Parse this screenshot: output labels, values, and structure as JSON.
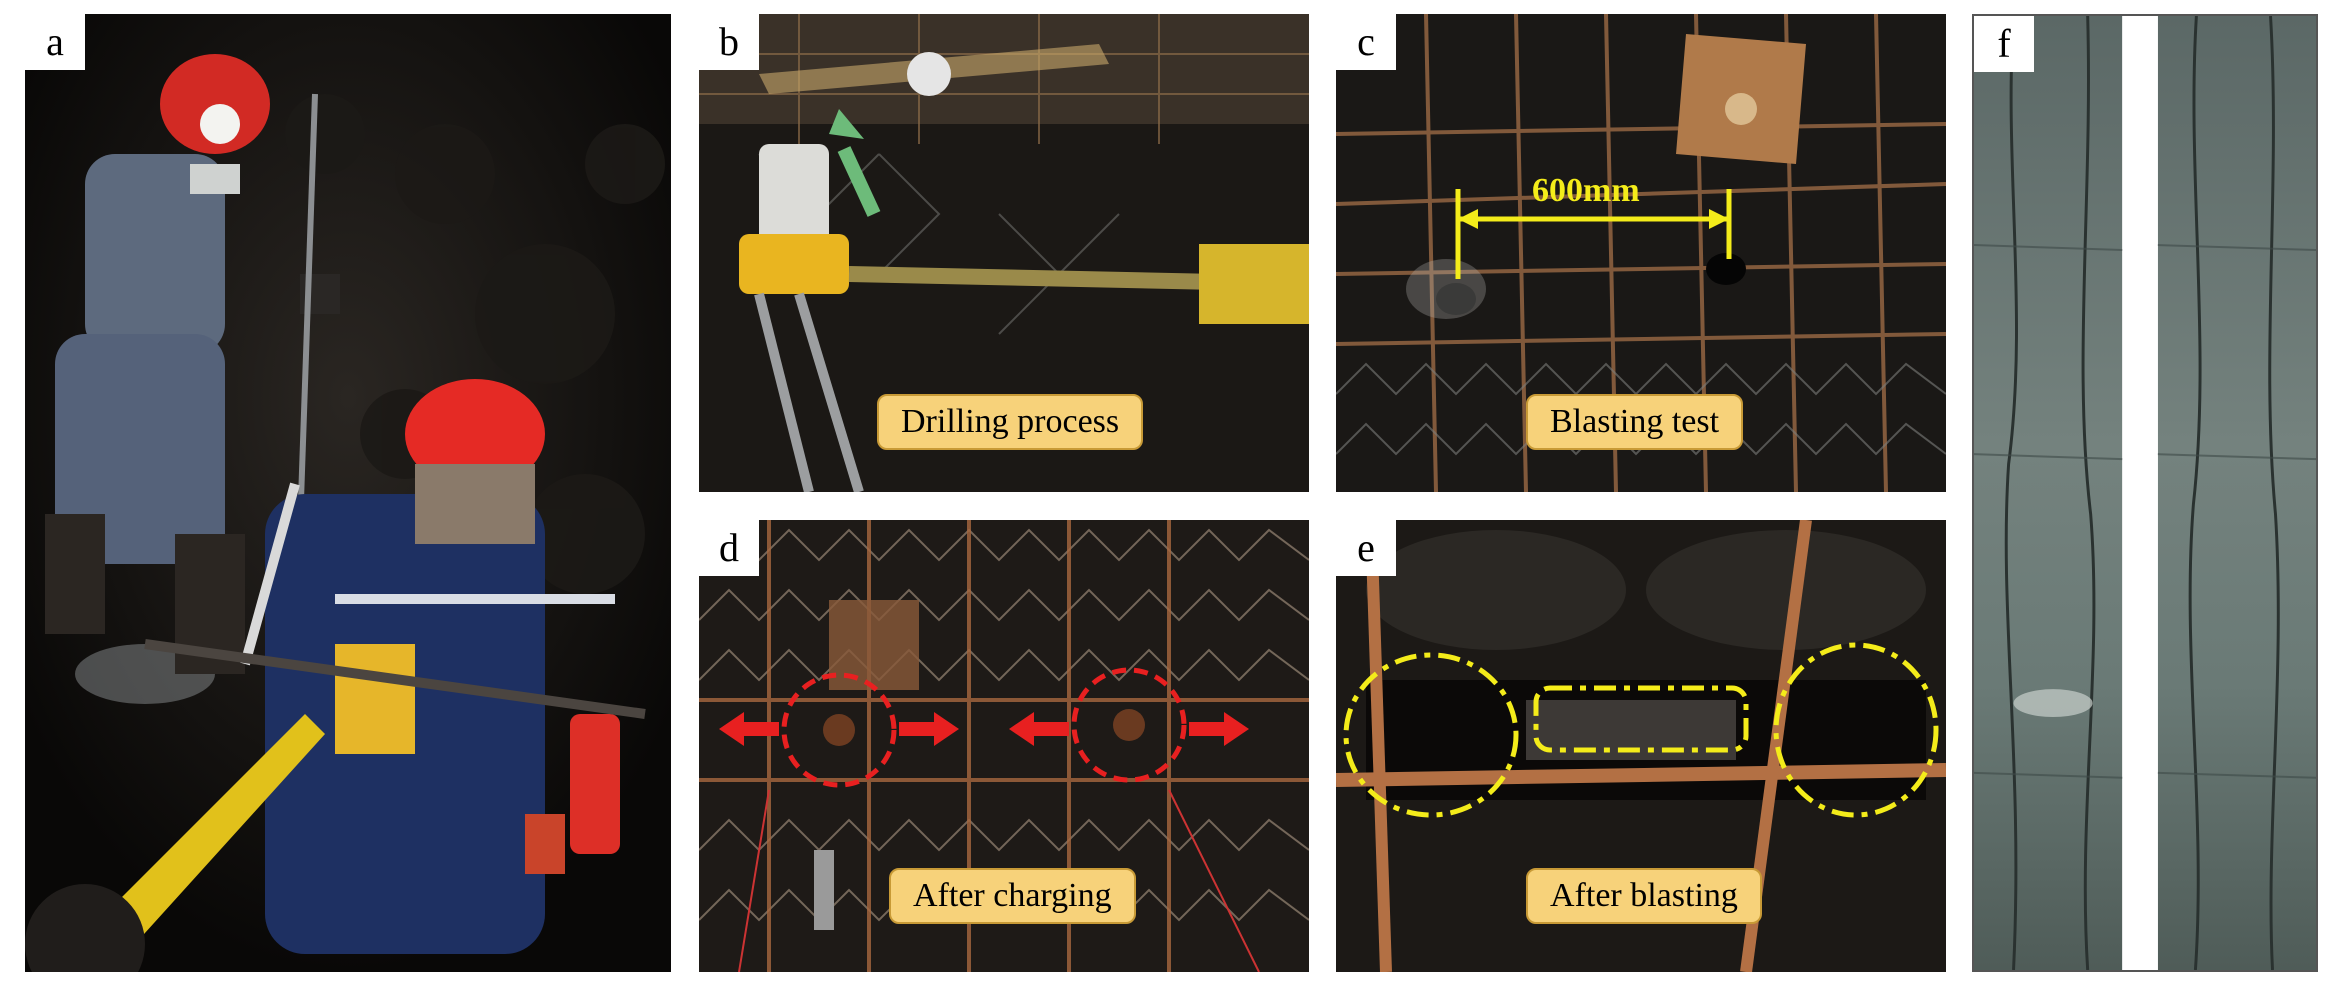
{
  "panels": {
    "a": {
      "letter": "a"
    },
    "b": {
      "letter": "b",
      "caption": "Drilling process"
    },
    "c": {
      "letter": "c",
      "caption": "Blasting test",
      "measurement": "600mm"
    },
    "d": {
      "letter": "d",
      "caption": "After charging"
    },
    "e": {
      "letter": "e",
      "caption": "After blasting"
    },
    "f": {
      "letter": "f"
    }
  },
  "colors": {
    "caption_bg": "#f7d27a",
    "measurement": "#f4ec1a",
    "arrow_green": "#6dbb7a",
    "arrow_red": "#e82020",
    "circle_red": "#e82020",
    "circle_yellow": "#f4ec1a",
    "helmet_red": "#e52a25"
  }
}
